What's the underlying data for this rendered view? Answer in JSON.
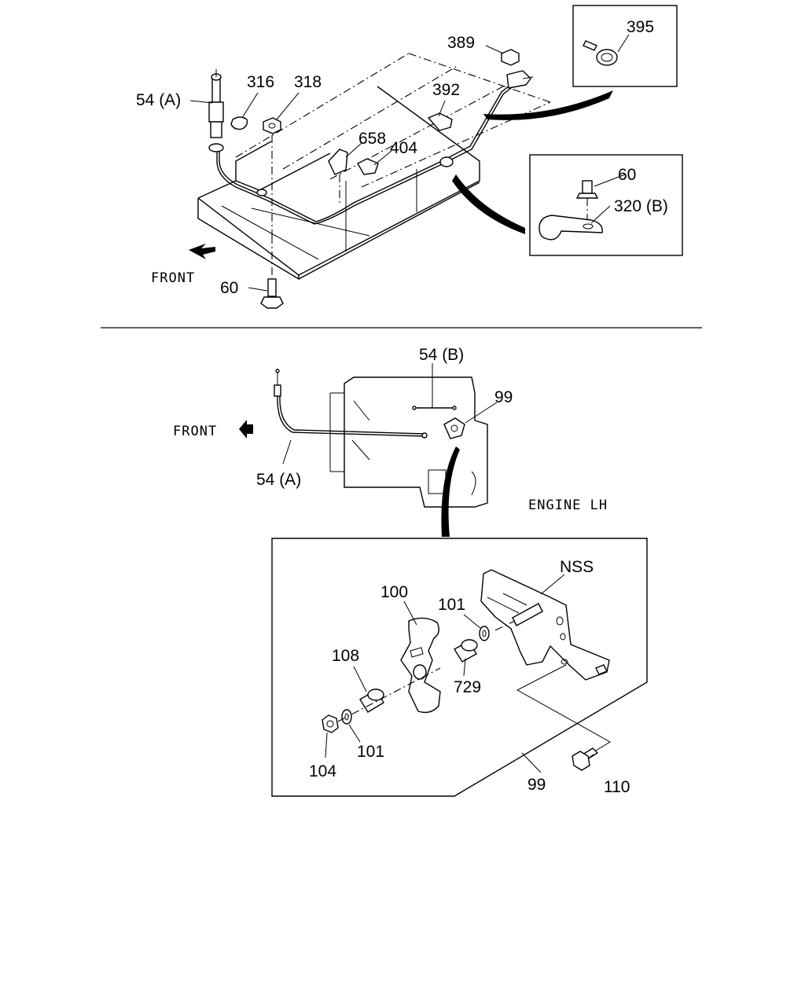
{
  "top_panel": {
    "labels": {
      "p54a": "54 (A)",
      "p316": "316",
      "p318": "318",
      "p389": "389",
      "p392": "392",
      "p658": "658",
      "p404": "404",
      "p60_bottom": "60",
      "front": "FRONT"
    },
    "inset_clamp": {
      "p395": "395"
    },
    "inset_bracket": {
      "p60": "60",
      "p320b": "320 (B)"
    }
  },
  "engine_view": {
    "labels": {
      "p54b": "54 (B)",
      "p99": "99",
      "p54a": "54 (A)",
      "front": "FRONT",
      "engine_lh": "ENGINE LH"
    }
  },
  "detail_box": {
    "labels": {
      "nss": "NSS",
      "p100": "100",
      "p101_upper": "101",
      "p108": "108",
      "p729": "729",
      "p101_lower": "101",
      "p104": "104",
      "p99": "99",
      "p110": "110"
    }
  }
}
